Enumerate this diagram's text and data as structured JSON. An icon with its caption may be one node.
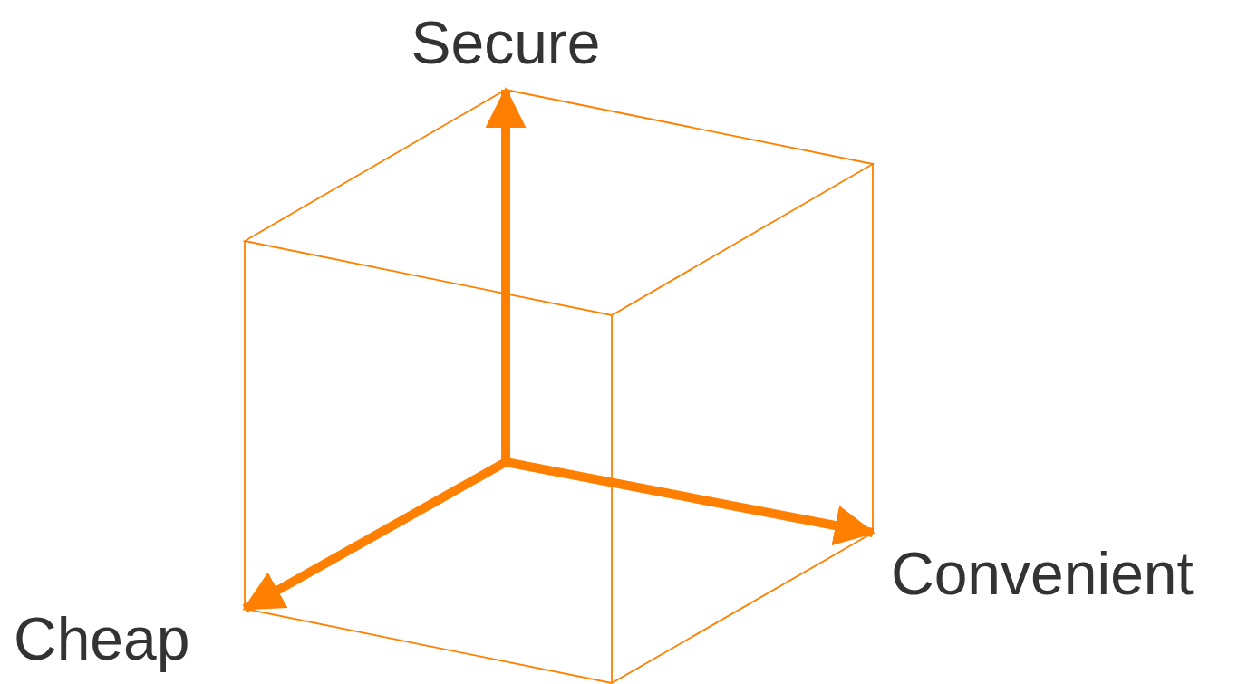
{
  "diagram": {
    "labels": [
      "Secure",
      "Convenient",
      "Cheap"
    ]
  }
}
